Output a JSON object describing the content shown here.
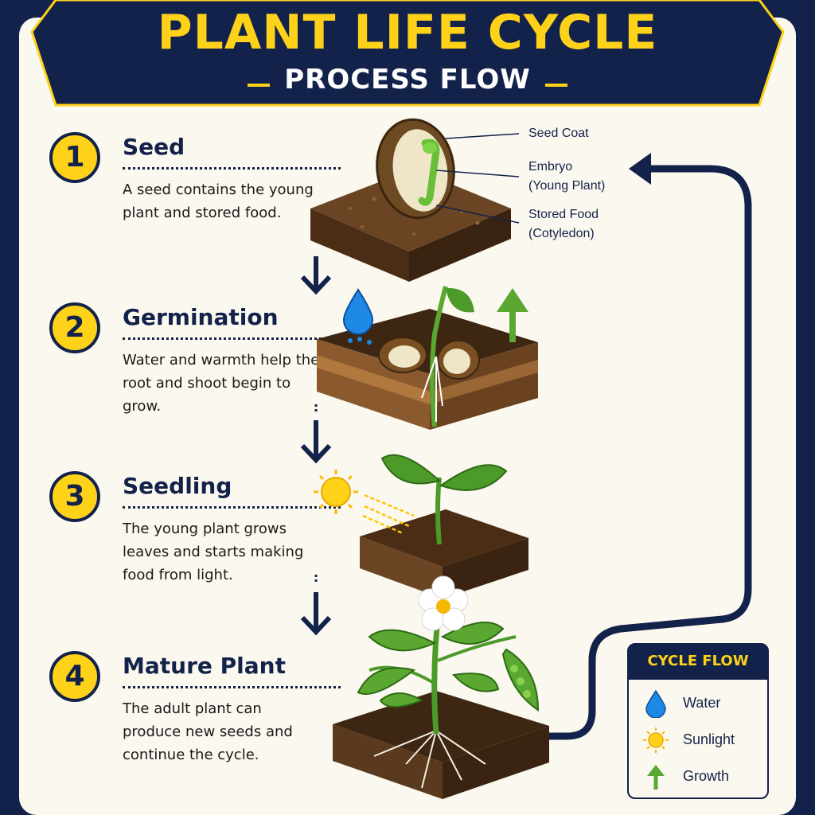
{
  "header": {
    "title": "PLANT LIFE CYCLE",
    "subtitle": "PROCESS FLOW"
  },
  "colors": {
    "navy": "#13224a",
    "yellow": "#ffd21a",
    "cream": "#fbf8ef",
    "soil": "#5a3a1e",
    "leaf": "#5aa832",
    "water": "#1e88e5"
  },
  "steps": [
    {
      "number": "1",
      "title": "Seed",
      "description": "A seed contains the young plant and stored food."
    },
    {
      "number": "2",
      "title": "Germination",
      "description": "Water and warmth help the root and shoot begin to grow."
    },
    {
      "number": "3",
      "title": "Seedling",
      "description": "The young plant grows leaves and starts making food from light."
    },
    {
      "number": "4",
      "title": "Mature Plant",
      "description": "The adult plant can produce new seeds and continue the cycle."
    }
  ],
  "seed_labels": {
    "seed_coat": "Seed Coat",
    "embryo_line1": "Embryo",
    "embryo_line2": "(Young Plant)",
    "food_line1": "Stored Food",
    "food_line2": "(Cotyledon)"
  },
  "legend": {
    "title": "CYCLE FLOW",
    "items": [
      {
        "label": "Water",
        "icon": "water-drop-icon"
      },
      {
        "label": "Sunlight",
        "icon": "sun-icon"
      },
      {
        "label": "Growth",
        "icon": "growth-arrow-icon"
      }
    ]
  }
}
